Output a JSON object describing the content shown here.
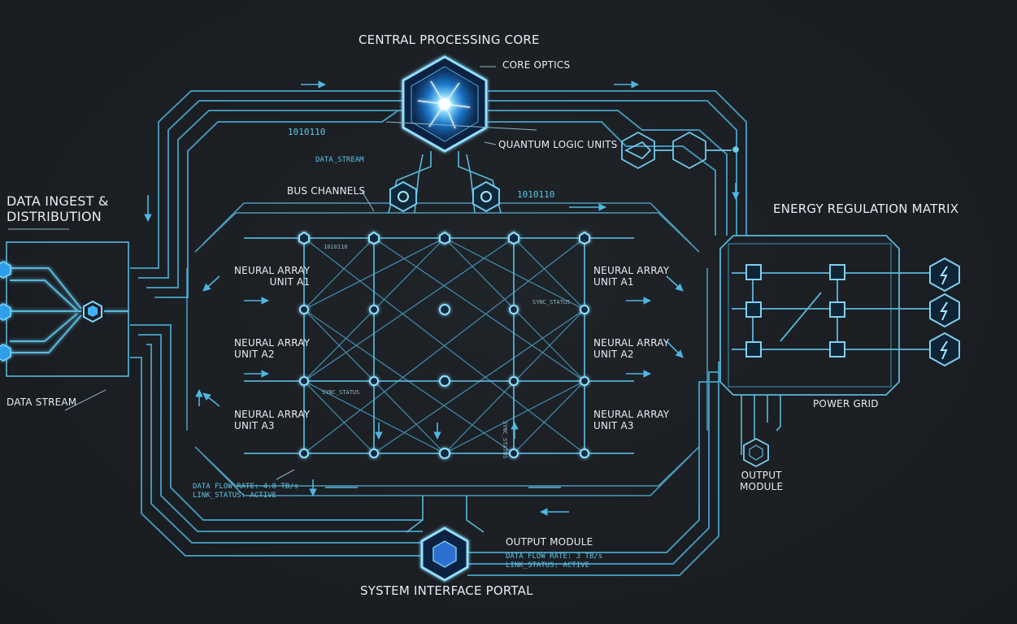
{
  "labels": {
    "central_core": "CENTRAL PROCESSING CORE",
    "core_optics": "CORE OPTICS",
    "quantum_logic": "QUANTUM LOGIC UNITS",
    "bus_channels": "BUS CHANNELS",
    "data_ingest_line1": "DATA INGEST &",
    "data_ingest_line2": "DISTRIBUTION",
    "data_stream_left": "DATA STREAM",
    "data_stream_code": "DATA_STREAM",
    "binary_top_left": "1010110",
    "binary_top_right": "1010110",
    "binary_grid": "1010110",
    "sync_status_1": "SYNC_STATUS",
    "sync_status_2": "SYNC_STATUS",
    "sync_status_vertical": "SYNC_STATUS",
    "energy_matrix": "ENERGY REGULATION MATRIX",
    "power_grid": "POWER GRID",
    "output_module_right_line1": "OUTPUT",
    "output_module_right_line2": "MODULE",
    "output_module_bottom": "OUTPUT MODULE",
    "system_portal": "SYSTEM INTERFACE PORTAL"
  },
  "neural_left": [
    {
      "line1": "NEURAL ARRAY",
      "line2": "UNIT A1"
    },
    {
      "line1": "NEURAL ARRAY",
      "line2": "UNIT A2"
    },
    {
      "line1": "NEURAL ARRAY",
      "line2": "UNIT A3"
    }
  ],
  "neural_right": [
    {
      "line1": "NEURAL ARRAY",
      "line2": "UNIT A1"
    },
    {
      "line1": "NEURAL ARRAY",
      "line2": "UNIT A2"
    },
    {
      "line1": "NEURAL ARRAY",
      "line2": "UNIT A3"
    }
  ],
  "status_left": {
    "flow_rate": "DATA FLOW RATE: 4.8 TB/s",
    "link_status": "LINK_STATUS: ACTIVE"
  },
  "status_bottom": {
    "flow_rate": "DATA FLOW RATE: 3 TB/s",
    "link_status": "LINK_STATUS: ACTIVE"
  },
  "colors": {
    "background": "#1b1e22",
    "trace": "#5ab8dc",
    "glow": "#3fb3ff",
    "node": "#7fd8ff",
    "text": "#e6edf2"
  }
}
